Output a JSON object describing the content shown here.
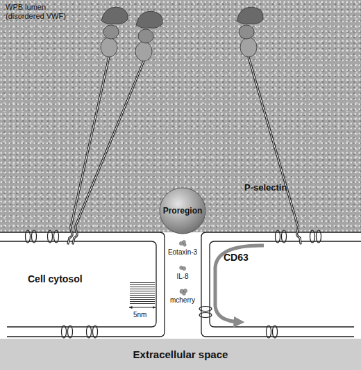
{
  "diagram": {
    "nodes": [
      {
        "text": [
          "WPB lumen (disordered VWF)"
        ]
      },
      {
        "text": [
          "Proregion"
        ]
      },
      {
        "text": [
          "Extracellular space"
        ]
      }
    ],
    "labels": [
      "P-selectin",
      "Eotaxin-3",
      "IL-8",
      "mcherry",
      "CD63",
      "Cell cytosol",
      "5nm"
    ]
  }
}
